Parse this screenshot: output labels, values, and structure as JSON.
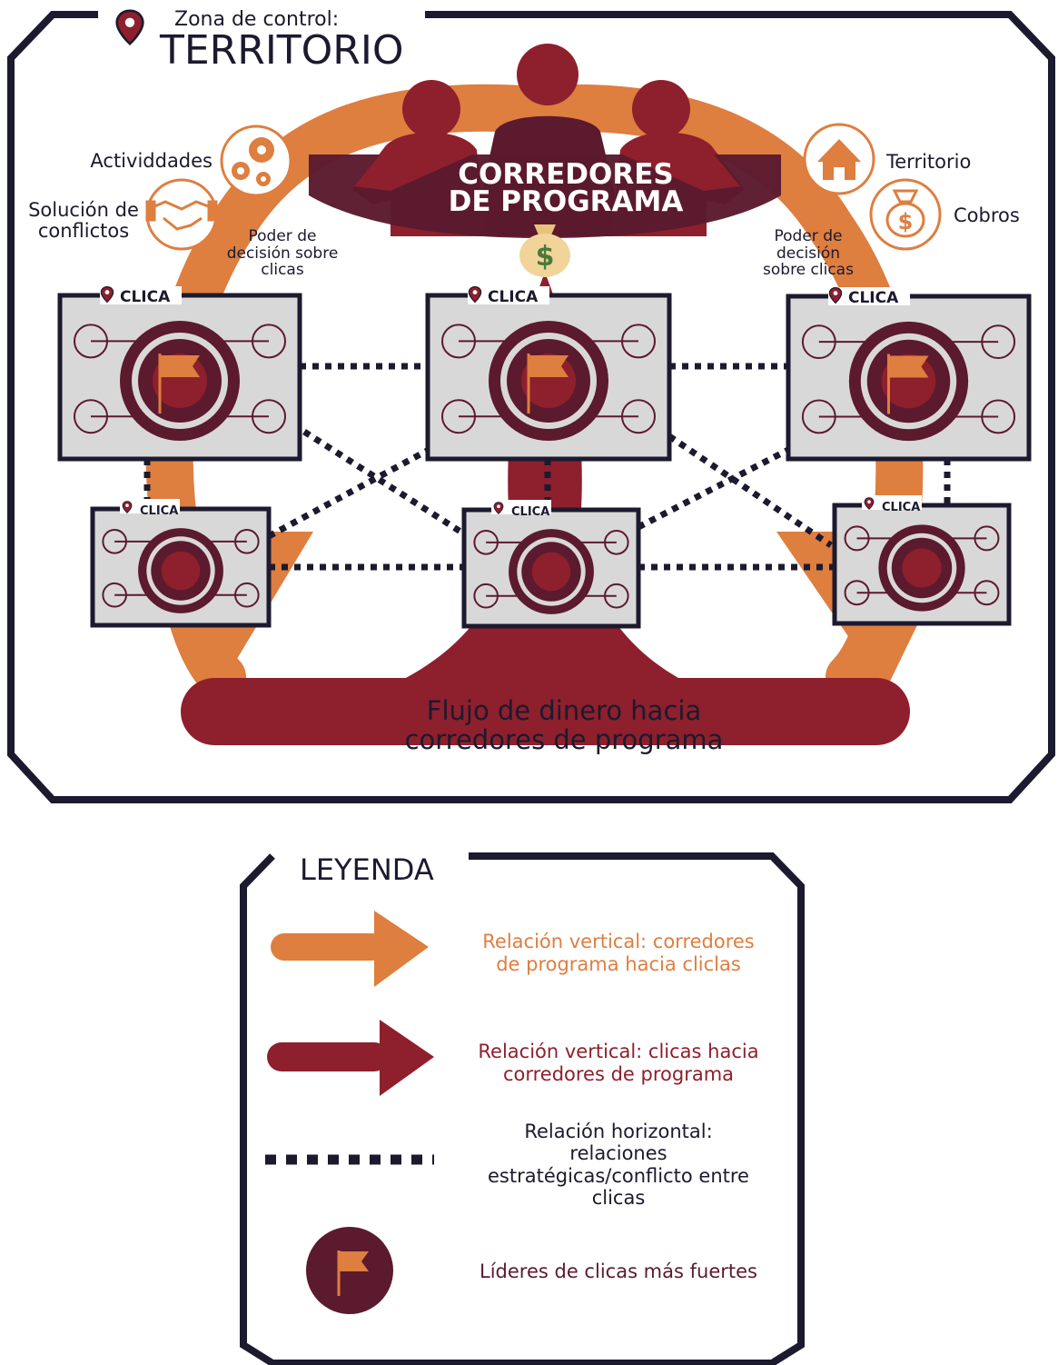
{
  "colors": {
    "dark_frame": "#1c1a2e",
    "orange": "#de7e3f",
    "maroon": "#8e1f2c",
    "deep": "#5b1a2e",
    "card_fill": "#d9d8d8",
    "white": "#ffffff"
  },
  "header": {
    "zone_label": "Zona de control:",
    "zone_title": "TERRITORIO",
    "location_icon": "map-pin-icon"
  },
  "center": {
    "title_line1": "CORREDORES",
    "title_line2": "DE PROGRAMA",
    "money_icon": "money-bag-icon"
  },
  "left_labels": {
    "activities": "Actividdades",
    "conflicts_line1": "Solución de",
    "conflicts_line2": "conflictos",
    "power_line1": "Poder de",
    "power_line2": "decisión sobre",
    "power_line3": "clicas"
  },
  "right_labels": {
    "territory": "Territorio",
    "collections": "Cobros",
    "power_line1": "Poder de",
    "power_line2": "decisión",
    "power_line3": "sobre clicas"
  },
  "clica_label": "CLICA",
  "money_flow": {
    "line1": "Flujo de dinero hacia",
    "line2": "corredores de programa"
  },
  "legend": {
    "title": "LEYENDA",
    "items": [
      {
        "line1": "Relación vertical: corredores",
        "line2": "de programa hacia cliclas",
        "color": "#de7e3f"
      },
      {
        "line1": "Relación vertical: clicas hacia",
        "line2": "corredores de programa",
        "color": "#8e1f2c"
      },
      {
        "line1": "Relación horizontal:",
        "line2": "relaciones",
        "line3": "estratégicas/conflicto entre",
        "line4": "clicas",
        "color": "#1c1a2e"
      },
      {
        "line1": "Líderes de clicas más fuertes",
        "color": "#5b1a2e"
      }
    ]
  }
}
